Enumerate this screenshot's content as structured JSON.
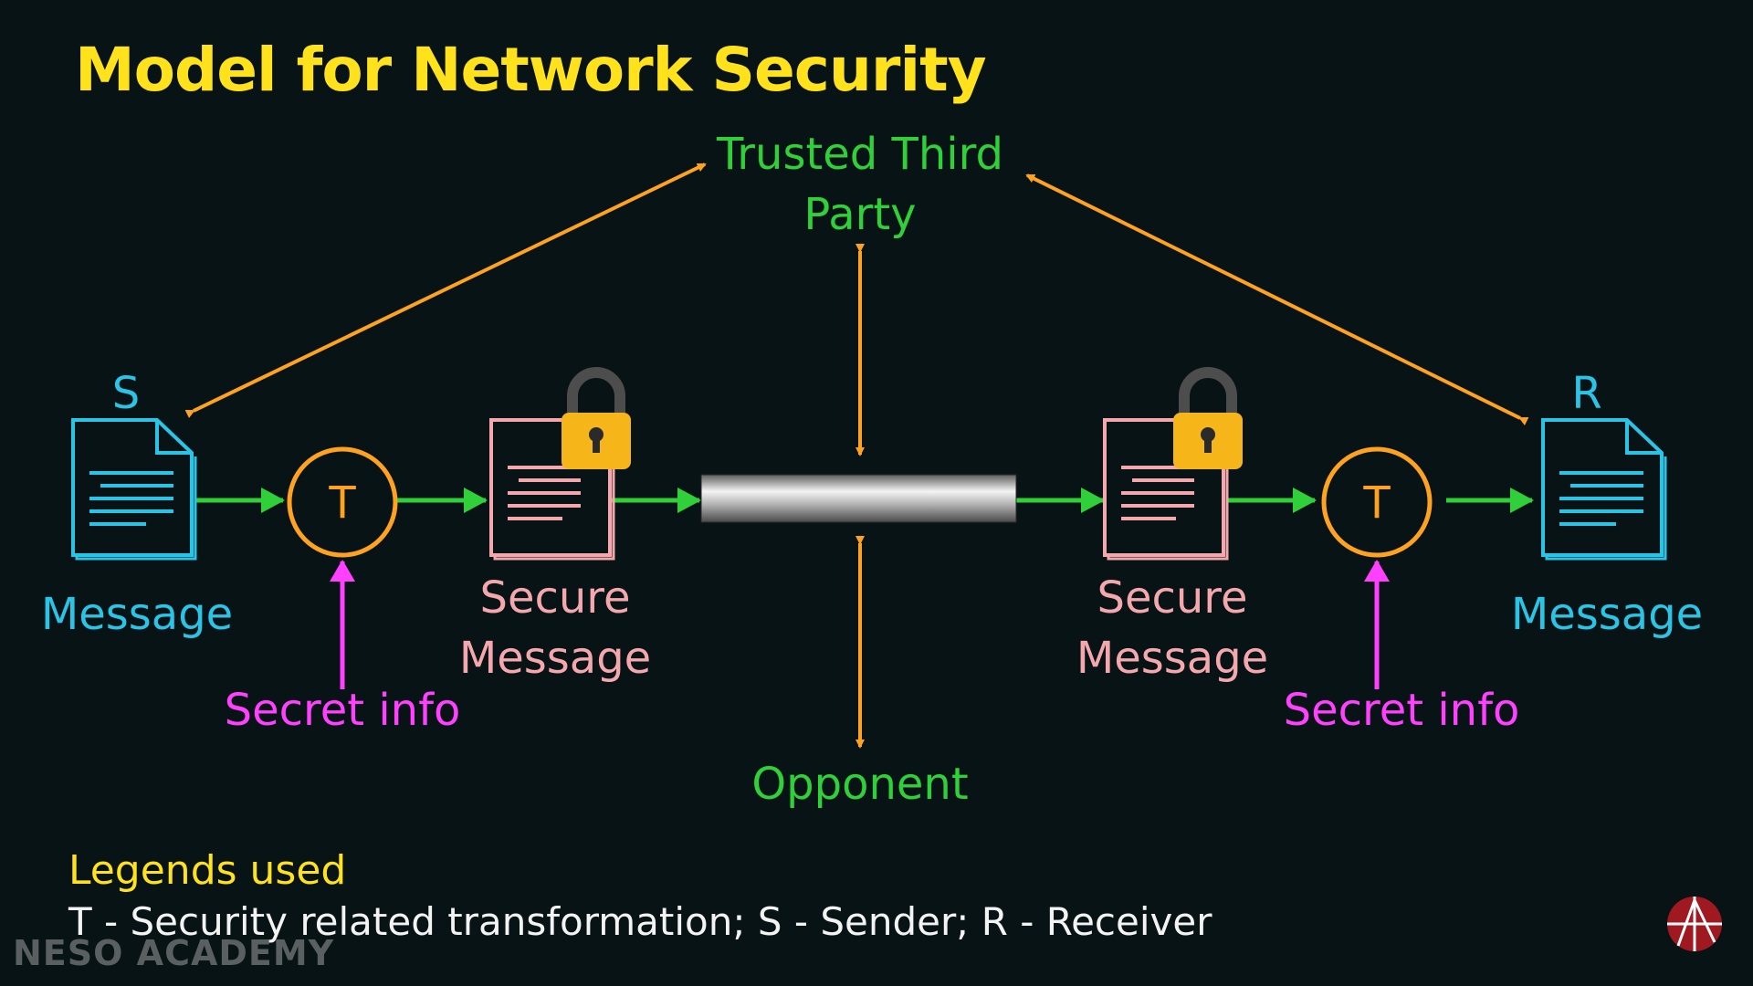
{
  "title": "Model for Network Security",
  "nodes": {
    "trusted_third_party_line1": "Trusted Third",
    "trusted_third_party_line2": "Party",
    "opponent": "Opponent",
    "sender_letter": "S",
    "receiver_letter": "R",
    "message_left": "Message",
    "message_right": "Message",
    "secure_message_left_line1": "Secure",
    "secure_message_left_line2": "Message",
    "secure_message_right_line1": "Secure",
    "secure_message_right_line2": "Message",
    "transform_left": "T",
    "transform_right": "T",
    "secret_info_left": "Secret info",
    "secret_info_right": "Secret info"
  },
  "legend": {
    "title": "Legends used",
    "body": "T - Security related transformation; S - Sender; R - Receiver"
  },
  "watermark": "NESO ACADEMY",
  "colors": {
    "title": "#ffe21c",
    "green": "#2fd03a",
    "orange": "#ffa21f",
    "cyan": "#29c4e6",
    "pink": "#f5a7ae",
    "magenta": "#ff40ff",
    "lock": "#f6b619"
  },
  "icons": {
    "document": "document-icon",
    "lock": "padlock-icon",
    "channel": "pipe-channel",
    "logo": "neso-logo-icon"
  }
}
